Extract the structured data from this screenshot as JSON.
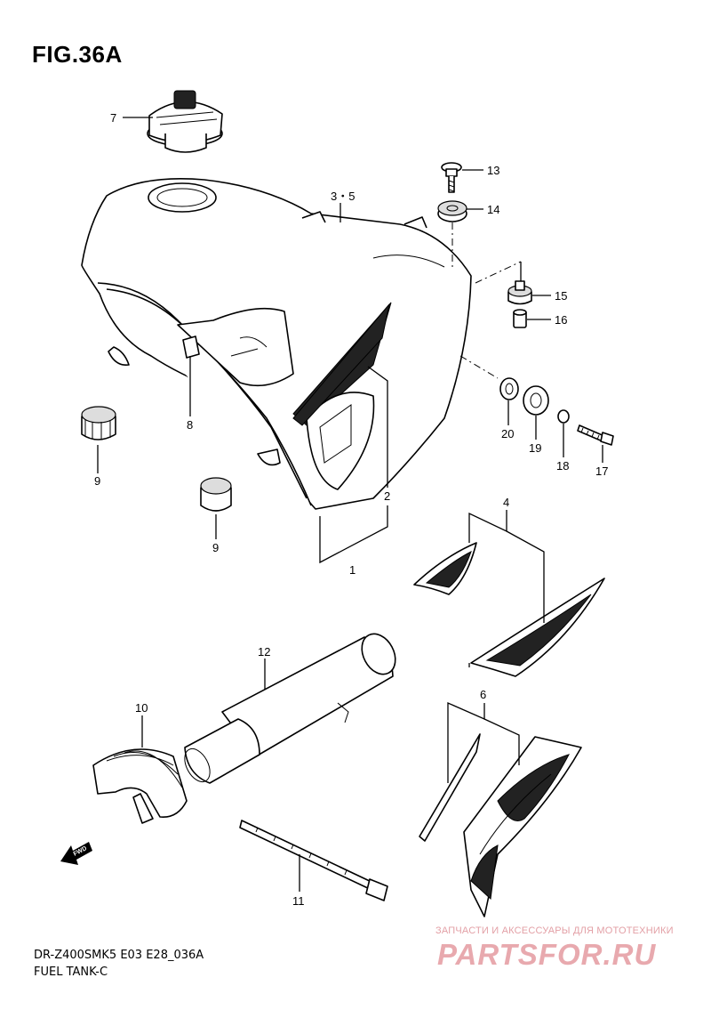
{
  "figure": {
    "title": "FIG.36A"
  },
  "callouts": [
    {
      "id": "c7",
      "label": "7"
    },
    {
      "id": "c35",
      "label": "3・5"
    },
    {
      "id": "c13",
      "label": "13"
    },
    {
      "id": "c14",
      "label": "14"
    },
    {
      "id": "c15",
      "label": "15"
    },
    {
      "id": "c16",
      "label": "16"
    },
    {
      "id": "c8",
      "label": "8"
    },
    {
      "id": "c9a",
      "label": "9"
    },
    {
      "id": "c9b",
      "label": "9"
    },
    {
      "id": "c20",
      "label": "20"
    },
    {
      "id": "c19",
      "label": "19"
    },
    {
      "id": "c18",
      "label": "18"
    },
    {
      "id": "c17",
      "label": "17"
    },
    {
      "id": "c2",
      "label": "2"
    },
    {
      "id": "c1",
      "label": "1"
    },
    {
      "id": "c4",
      "label": "4"
    },
    {
      "id": "c12",
      "label": "12"
    },
    {
      "id": "c10",
      "label": "10"
    },
    {
      "id": "c6",
      "label": "6"
    },
    {
      "id": "c11",
      "label": "11"
    }
  ],
  "fwd_label": "FWD",
  "footer": {
    "model_code": "DR-Z400SMK5 E03 E28_036A",
    "part_name": "FUEL TANK-C"
  },
  "watermark": {
    "tagline": "ЗАПЧАСТИ И АКСЕССУАРЫ ДЛЯ МОТОТЕХНИКИ",
    "logo": "PARTSFOR.RU"
  }
}
